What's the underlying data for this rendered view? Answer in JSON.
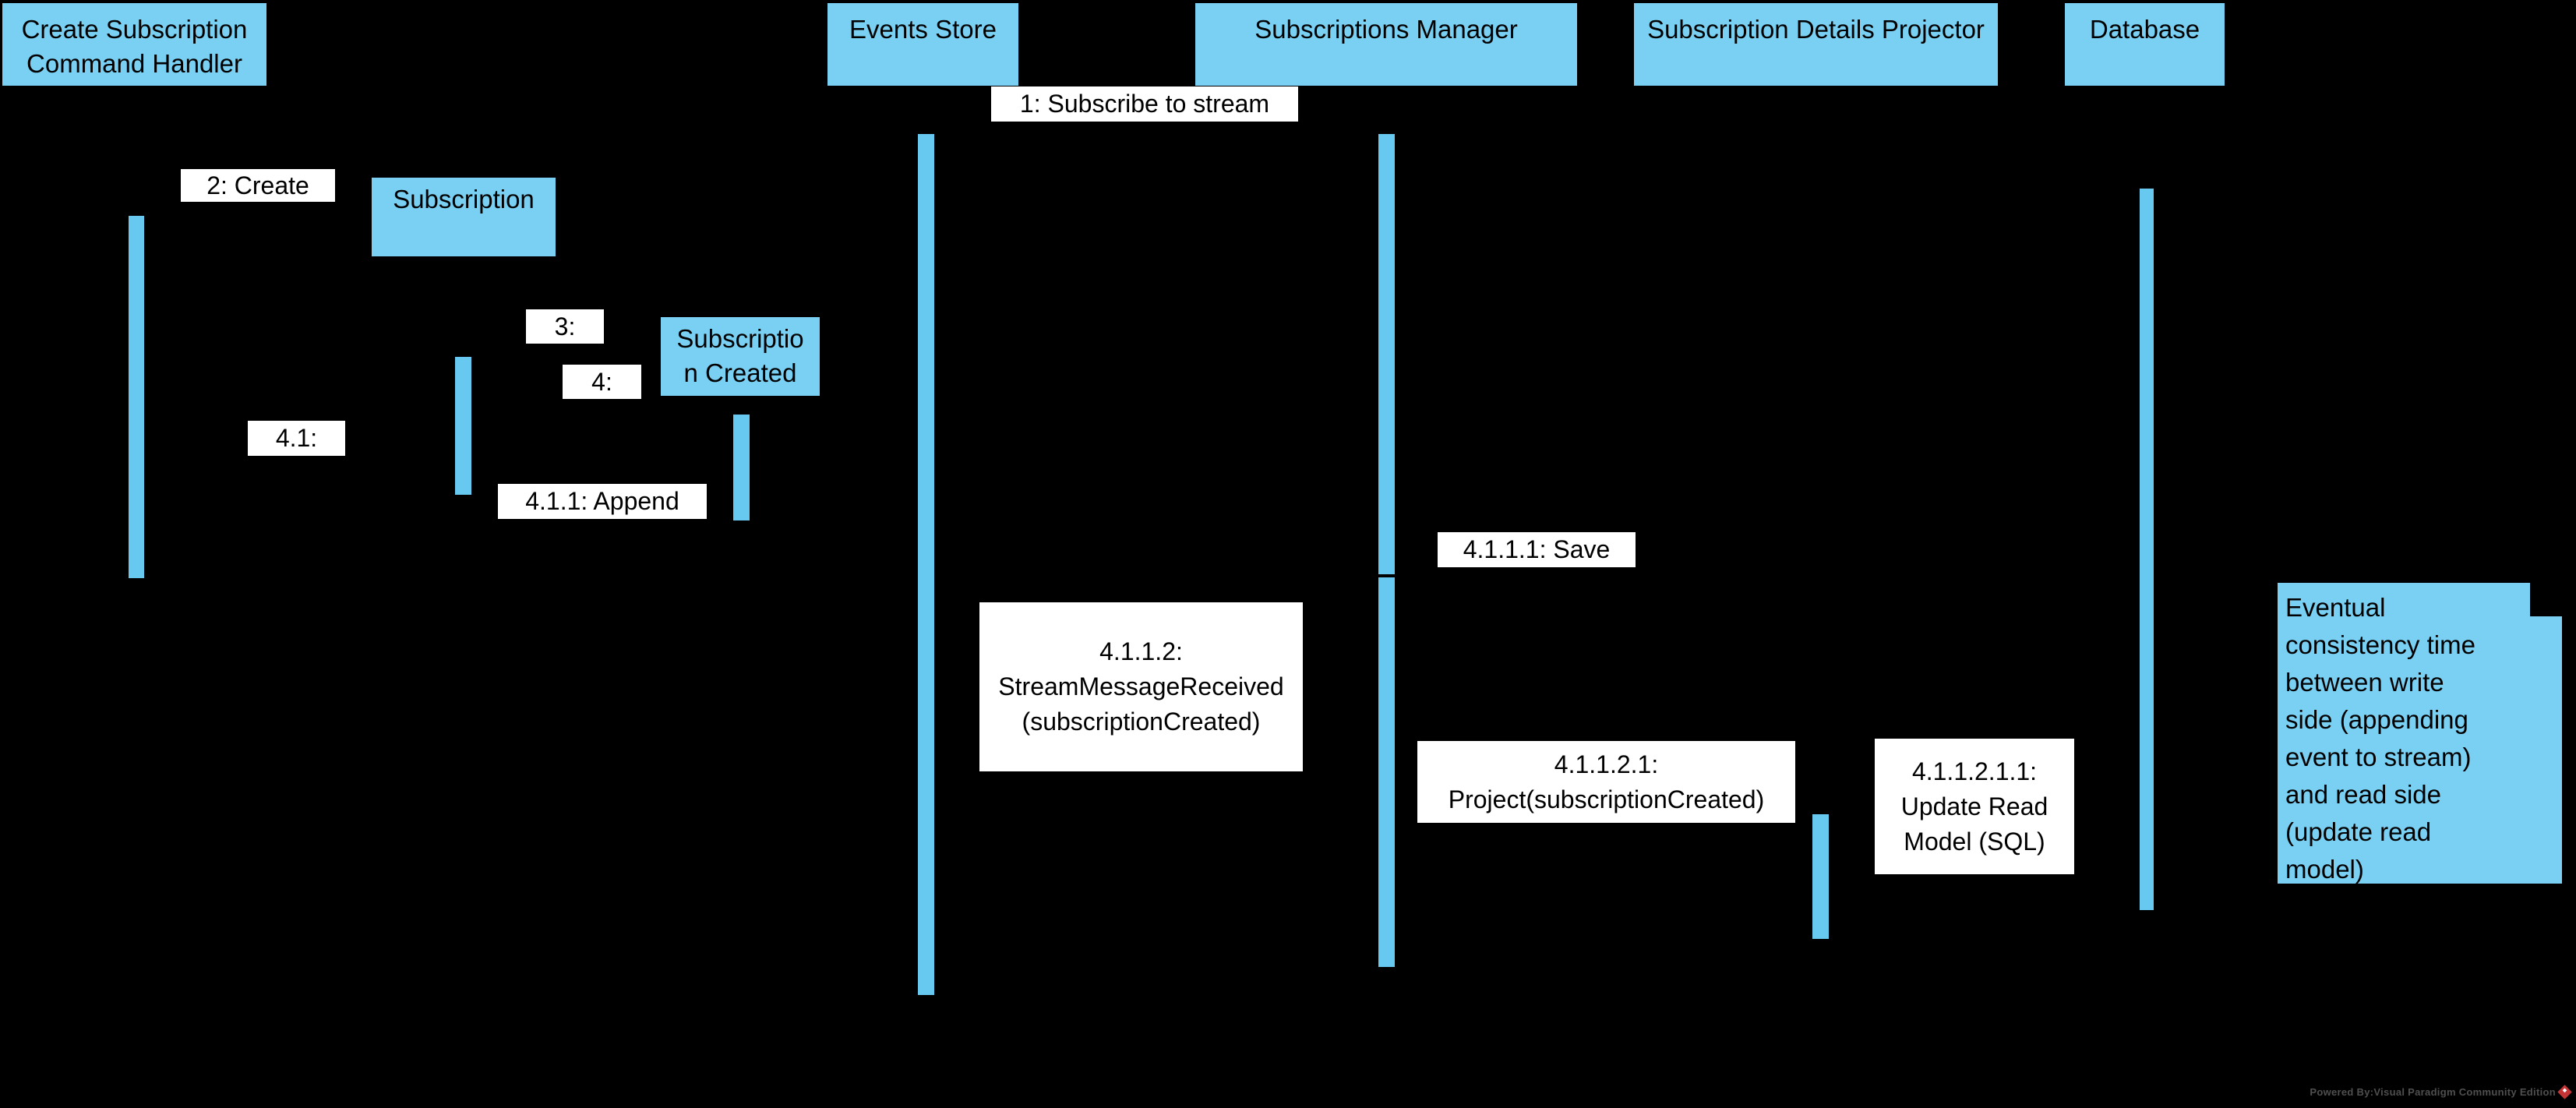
{
  "colors": {
    "background": "#000000",
    "shape_blue": "#79D0F3",
    "activation_blue": "#68C9F0",
    "message_label_bg": "#FFFFFF",
    "text": "#000000",
    "footer_text": "#4F4F4F",
    "logo_red": "#C53535"
  },
  "diagram": {
    "lifelines": {
      "command_handler": {
        "lines": [
          "Create Subscription",
          "Command Handler"
        ]
      },
      "events_store": {
        "lines": [
          "Events Store"
        ]
      },
      "subscriptions_manager": {
        "lines": [
          "Subscriptions Manager"
        ]
      },
      "subscription_details_projector": {
        "lines": [
          "Subscription Details Projector"
        ]
      },
      "database": {
        "lines": [
          "Database"
        ]
      }
    },
    "objects": {
      "subscription": {
        "lines": [
          "Subscription"
        ]
      },
      "subscription_created": {
        "lines": [
          "Subscriptio",
          "n Created"
        ]
      }
    },
    "messages": {
      "m1": {
        "label": "1: Subscribe to stream"
      },
      "m2": {
        "label": "2: Create"
      },
      "m3": {
        "label": "3:"
      },
      "m4": {
        "label": "4:"
      },
      "m41": {
        "label": "4.1:"
      },
      "m411": {
        "label": "4.1.1: Append"
      },
      "m4111": {
        "label": "4.1.1.1: Save"
      },
      "m4112": {
        "lines": [
          "4.1.1.2:",
          "StreamMessageReceived",
          "(subscriptionCreated)"
        ]
      },
      "m41121": {
        "lines": [
          "4.1.1.2.1:",
          "Project(subscriptionCreated)"
        ]
      },
      "m411211": {
        "lines": [
          "4.1.1.2.1.1:",
          "Update Read",
          "Model (SQL)"
        ]
      }
    },
    "note": {
      "lines": [
        "Eventual",
        "consistency time",
        "between write",
        "side (appending",
        "event to stream)",
        "and read side",
        "(update read",
        "model)"
      ]
    },
    "footer": {
      "text": "Powered By:Visual Paradigm Community Edition",
      "logo": "visual-paradigm-logo"
    }
  }
}
